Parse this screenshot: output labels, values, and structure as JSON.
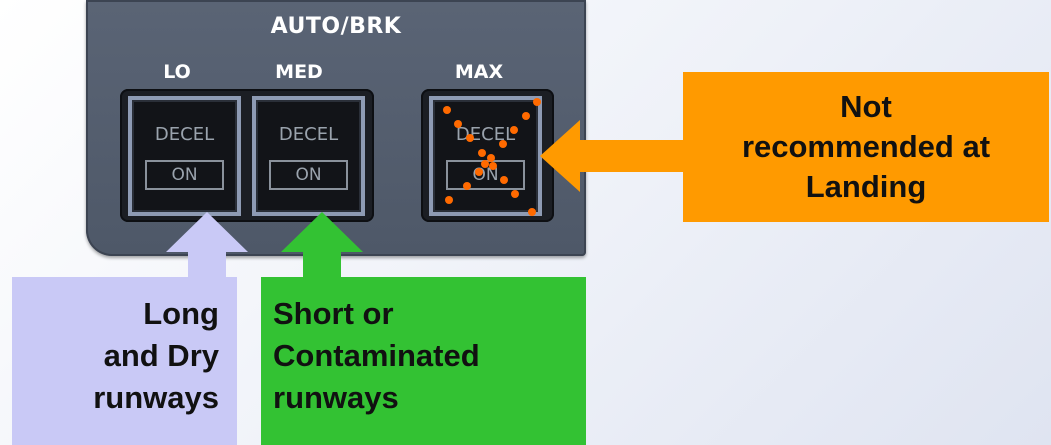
{
  "panel": {
    "title": "AUTO/BRK",
    "buttons": [
      {
        "position": "LO",
        "decel_label": "DECEL",
        "on_label": "ON"
      },
      {
        "position": "MED",
        "decel_label": "DECEL",
        "on_label": "ON"
      },
      {
        "position": "MAX",
        "decel_label": "DECEL",
        "on_label": "ON",
        "crossed_out": true
      }
    ]
  },
  "callouts": {
    "max_note": [
      "Not",
      "recommended at",
      "Landing"
    ],
    "lo_note": [
      "Long",
      "and Dry",
      "runways"
    ],
    "med_note": [
      "Short or",
      "Contaminated",
      "runways"
    ]
  },
  "colors": {
    "panel": "#565f70",
    "max_note_fill": "#ff9a00",
    "lo_note_fill": "#c9c9f6",
    "med_note_fill": "#33c233",
    "cross_mark": "#ff6a00"
  }
}
